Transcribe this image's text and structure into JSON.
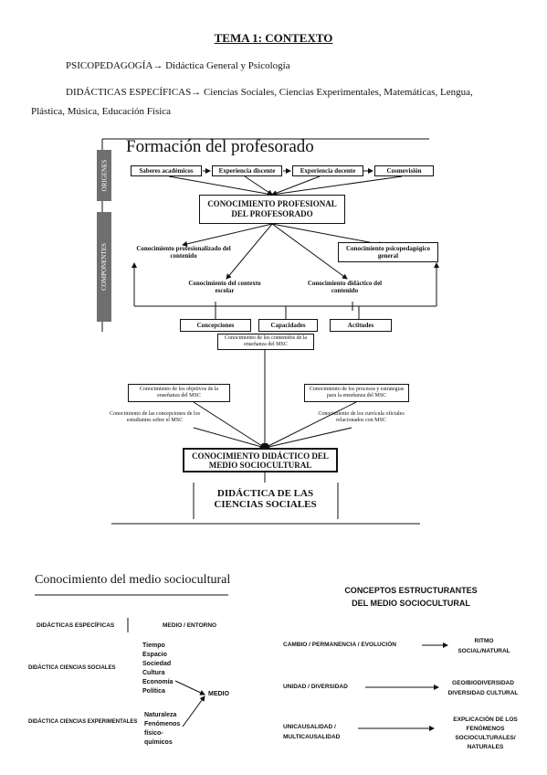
{
  "header": {
    "title": "TEMA 1: CONTEXTO",
    "line1": "PSICOPEDAGOGÍA→ Didáctica General y Psicología",
    "line2": "DIDÁCTICAS ESPECÍFICAS→ Ciencias Sociales, Ciencias Experimentales, Matemáticas, Lengua,",
    "line3": "Plástica, Música, Educación Física"
  },
  "diagram1": {
    "title": "Formación del profesorado",
    "side_origenes": "ORIGENES",
    "side_componentes": "COMPONENTES",
    "origins": [
      "Saberes académicos",
      "Experiencia discente",
      "Experiencia docente",
      "Cosmovisión"
    ],
    "central": "CONOCIMIENTO PROFESIONAL DEL PROFESORADO",
    "left_comp": "Conocimiento profesionalizado del contenido",
    "right_comp": "Conocimiento psicopedagógico general",
    "ctx": "Conocimiento del contexto escolar",
    "did": "Conocimiento didáctico del contenido",
    "bottom": [
      "Concepciones",
      "Capacidades",
      "Actitudes"
    ]
  },
  "diagram2": {
    "top": "Conocimiento de los contenidos de la enseñanza del MSC",
    "left_up": "Conocimiento de los objetivos de la enseñanza del MSC",
    "right_up": "Conocimiento de los procesos y estrategias para la enseñanza del MSC",
    "left_low": "Conocimiento de las concepciones de los estudiantes sobre el MSC",
    "right_low": "Conocimiento de los currícula oficiales relacionados con MSC",
    "central": "CONOCIMIENTO DIDÁCTICO DEL MEDIO SOCIOCULTURAL",
    "bottom": "DIDÁCTICA DE LAS CIENCIAS SOCIALES"
  },
  "diagram3": {
    "title": "Conocimiento del medio sociocultural",
    "did_esp": "DIDÁCTICAS ESPECÍFICAS",
    "medio_entorno": "MEDIO / ENTORNO",
    "did_soc": "DIDÁCTICA CIENCIAS SOCIALES",
    "did_exp": "DIDÁCTICA CIENCIAS EXPERIMENTALES",
    "social_list": [
      "Tiempo",
      "Espacio",
      "Sociedad",
      "Cultura",
      "Economía",
      "Política"
    ],
    "exp_list": [
      "Naturaleza",
      "Fenómenos",
      "físico-",
      "químicos"
    ],
    "medio": "MEDIO"
  },
  "diagram4": {
    "title1": "CONCEPTOS ESTRUCTURANTES",
    "title2": "DEL MEDIO SOCIOCULTURAL",
    "rows": [
      {
        "left": "CAMBIO / PERMANENCIA / EVOLUCIÓN",
        "right1": "RITMO",
        "right2": "SOCIAL/NATURAL"
      },
      {
        "left": "UNIDAD / DIVERSIDAD",
        "right1": "GEO/BIODIVERSIDAD",
        "right2": "DIVERSIDAD CULTURAL"
      },
      {
        "left1": "UNICAUSALIDAD /",
        "left2": "MULTICAUSALIDAD",
        "right1": "EXPLICACIÓN DE LOS",
        "right2": "FENÓMENOS",
        "right3": "SOCIOCULTURALES/",
        "right4": "NATURALES"
      }
    ]
  }
}
